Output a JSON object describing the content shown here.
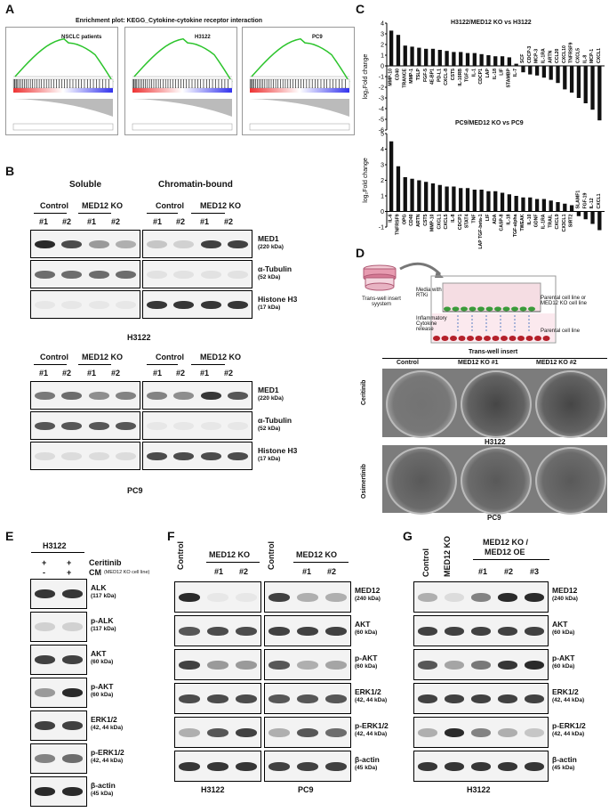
{
  "panels": {
    "A": "A",
    "B": "B",
    "C": "C",
    "D": "D",
    "E": "E",
    "F": "F",
    "G": "G"
  },
  "A": {
    "title": "Enrichment plot: KEGG_Cytokine-cytokine receptor interaction",
    "plots": [
      {
        "name": "NSCLC patients"
      },
      {
        "name": "H3122"
      },
      {
        "name": "PC9"
      }
    ]
  },
  "B": {
    "soluble": "Soluble",
    "chromatin": "Chromatin-bound",
    "control": "Control",
    "ko": "MED12 KO",
    "n1": "#1",
    "n2": "#2",
    "rows": [
      {
        "name": "MED1",
        "kda": "(220 kDa)"
      },
      {
        "name": "α-Tubulin",
        "kda": "(52 kDa)"
      },
      {
        "name": "Histone H3",
        "kda": "(17 kDa)"
      }
    ],
    "cell1": "H3122",
    "cell2": "PC9"
  },
  "C": {
    "ylabel": "log₂Fold change",
    "chart_data": [
      {
        "type": "bar",
        "title": "H3122/MED12 KO vs H3122",
        "ylabel": "log₂Fold change",
        "ylim": [
          -6,
          4
        ],
        "ticks": [
          4,
          3,
          2,
          1,
          0,
          -1,
          -2,
          -3,
          -4,
          -5,
          -6
        ],
        "categories": [
          "MMP-10",
          "CD40",
          "TRANCE",
          "MMP-1",
          "TSLP",
          "FGF-5",
          "4E-BP1",
          "PD-L1",
          "CXCL-8",
          "CST5",
          "IL-10RB",
          "TGF-a",
          "IL-1",
          "CDCP1",
          "LAP",
          "IL-18",
          "LIF",
          "STAMBP",
          "IL-7",
          "SCF",
          "CDCP-3",
          "MCP-3",
          "IL-1RA",
          "ARTN",
          "CCL20",
          "CXCL10",
          "TNFRSF9",
          "CXCL5",
          "IL-8",
          "MCP-1",
          "CXCL1"
        ],
        "values": [
          3.3,
          2.9,
          1.9,
          1.8,
          1.7,
          1.6,
          1.6,
          1.5,
          1.4,
          1.3,
          1.3,
          1.2,
          1.2,
          1.1,
          1.0,
          0.9,
          0.9,
          0.8,
          0.2,
          -0.6,
          -0.8,
          -0.9,
          -1.1,
          -1.3,
          -1.6,
          -2.2,
          -2.5,
          -3.0,
          -3.5,
          -4.1,
          -5.1
        ]
      },
      {
        "type": "bar",
        "title": "PC9/MED12 KO vs PC9",
        "ylabel": "log₂Fold change",
        "ylim": [
          -1,
          5
        ],
        "ticks": [
          5,
          4,
          3,
          2,
          1,
          0,
          -1
        ],
        "categories": [
          "IL-6",
          "TNFRSF9",
          "OPG",
          "CD40",
          "ARTN",
          "CST5",
          "MMP-10",
          "CXCL1",
          "CXCL5",
          "IL-8",
          "CDCP1",
          "STAT4",
          "TNF",
          "LAP TGF-beta-1",
          "LIF",
          "ADA",
          "CASP-8",
          "IL-18",
          "TGF-alpha",
          "TWEAK",
          "IL-10",
          "GDNF",
          "IL-1RA",
          "TRAIL",
          "CXCL9",
          "CX3CL1",
          "SIRT2",
          "SLAMF1",
          "FGF-19",
          "IL-12",
          "CXCL1"
        ],
        "values": [
          4.5,
          2.9,
          2.2,
          2.1,
          2.0,
          1.9,
          1.8,
          1.7,
          1.6,
          1.6,
          1.5,
          1.5,
          1.4,
          1.4,
          1.3,
          1.3,
          1.2,
          1.1,
          1.0,
          0.9,
          0.9,
          0.8,
          0.8,
          0.7,
          0.6,
          0.5,
          0.4,
          -0.3,
          -0.5,
          -0.8,
          -1.2
        ]
      }
    ]
  },
  "D": {
    "insert_label": "Trans-well insert syystem",
    "media": "Media with RTKi",
    "inflam": "Inflammatory Cytokine release",
    "parental_or": "Parental cell line or MED12 KO cell line",
    "parental": "Parental cell line",
    "header": "Trans-well insert",
    "cols": [
      "Control",
      "MED12 KO #1",
      "MED12 KO #2"
    ],
    "drug1": "Ceritinib",
    "drug2": "Osimertinib",
    "cell1": "H3122",
    "cell2": "PC9"
  },
  "E": {
    "cell": "H3122",
    "ceritinib": "Ceritinib",
    "cm": "CM",
    "cm_note": "(MED12 KO cell line)",
    "plus": "+",
    "minus": "-",
    "rows": [
      {
        "name": "ALK",
        "kda": "(117 kDa)"
      },
      {
        "name": "p-ALK",
        "kda": "(117 kDa)"
      },
      {
        "name": "AKT",
        "kda": "(60 kDa)"
      },
      {
        "name": "p-AKT",
        "kda": "(60 kDa)"
      },
      {
        "name": "ERK1/2",
        "kda": "(42, 44 kDa)"
      },
      {
        "name": "p-ERK1/2",
        "kda": "(42, 44 kDa)"
      },
      {
        "name": "β-actin",
        "kda": "(45 kDa)"
      }
    ]
  },
  "F": {
    "control": "Control",
    "ko": "MED12 KO",
    "n1": "#1",
    "n2": "#2",
    "rows": [
      {
        "name": "MED12",
        "kda": "(240 kDa)"
      },
      {
        "name": "AKT",
        "kda": "(60 kDa)"
      },
      {
        "name": "p-AKT",
        "kda": "(60 kDa)"
      },
      {
        "name": "ERK1/2",
        "kda": "(42, 44 kDa)"
      },
      {
        "name": "p-ERK1/2",
        "kda": "(42, 44 kDa)"
      },
      {
        "name": "β-actin",
        "kda": "(45 kDa)"
      }
    ],
    "cell1": "H3122",
    "cell2": "PC9"
  },
  "G": {
    "control": "Control",
    "ko": "MED12 KO",
    "oe_l1": "MED12 KO /",
    "oe_l2": "MED12 OE",
    "n1": "#1",
    "n2": "#2",
    "n3": "#3",
    "rows": [
      {
        "name": "MED12",
        "kda": "(240 kDa)"
      },
      {
        "name": "AKT",
        "kda": "(60 kDa)"
      },
      {
        "name": "p-AKT",
        "kda": "(60 kDa)"
      },
      {
        "name": "ERK1/2",
        "kda": "(42, 44 kDa)"
      },
      {
        "name": "p-ERK1/2",
        "kda": "(42, 44 kDa)"
      },
      {
        "name": "β-actin",
        "kda": "(45 kDa)"
      }
    ],
    "cell": "H3122"
  }
}
